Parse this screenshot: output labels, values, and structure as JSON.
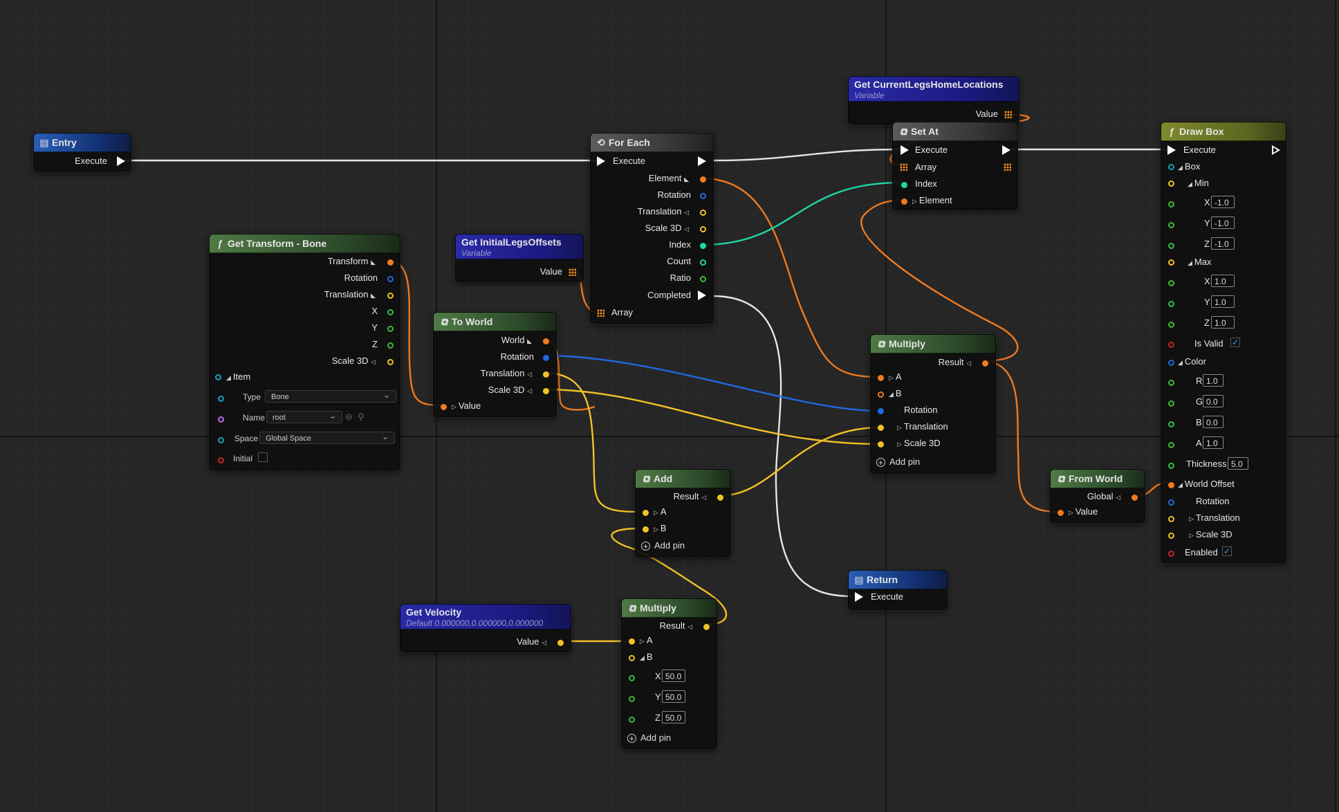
{
  "colors": {
    "exec": "#ffffff",
    "vector": "#f2c226",
    "struct": "#f07a20",
    "rotator": "#2268e0",
    "float": "#3dbb3d",
    "int": "#1fd6a8",
    "bool": "#c4242a",
    "object": "#18a0c0",
    "name": "#b46be0"
  },
  "nodes": {
    "entry": {
      "title": "Entry",
      "execute": "Execute"
    },
    "get_transform_bone": {
      "title": "Get Transform - Bone",
      "out": [
        "Transform",
        "Rotation",
        "Translation",
        "X",
        "Y",
        "Z",
        "Scale 3D"
      ],
      "item": "Item",
      "type_label": "Type",
      "type_value": "Bone",
      "name_label": "Name",
      "name_value": "root",
      "space_label": "Space",
      "space_value": "Global Space",
      "initial_label": "Initial"
    },
    "get_initial_legs_offsets": {
      "title": "Get InitialLegsOffsets",
      "sub": "Variable",
      "value": "Value"
    },
    "to_world": {
      "title": "To World",
      "out": [
        "World",
        "Rotation",
        "Translation",
        "Scale 3D"
      ],
      "in": "Value"
    },
    "for_each": {
      "title": "For Each",
      "execute": "Execute",
      "out": [
        "Element",
        "Rotation",
        "Translation",
        "Scale 3D",
        "Index",
        "Count",
        "Ratio",
        "Completed"
      ],
      "array": "Array"
    },
    "get_current_legs": {
      "title": "Get CurrentLegsHomeLocations",
      "sub": "Variable",
      "value": "Value"
    },
    "set_at": {
      "title": "Set At",
      "execute": "Execute",
      "array": "Array",
      "index": "Index",
      "element": "Element"
    },
    "draw_box": {
      "title": "Draw Box",
      "execute": "Execute",
      "box": "Box",
      "min": "Min",
      "max": "Max",
      "x": "X",
      "y": "Y",
      "z": "Z",
      "min_x": "-1.0",
      "min_y": "-1.0",
      "min_z": "-1.0",
      "max_x": "1.0",
      "max_y": "1.0",
      "max_z": "1.0",
      "is_valid": "Is Valid",
      "color": "Color",
      "r": "R",
      "g": "G",
      "b": "B",
      "a": "A",
      "r_val": "1.0",
      "g_val": "0.0",
      "b_val": "0.0",
      "a_val": "1.0",
      "thickness": "Thickness",
      "thickness_val": "5.0",
      "world_offset": "World Offset",
      "rotation": "Rotation",
      "translation": "Translation",
      "scale": "Scale 3D",
      "enabled": "Enabled"
    },
    "multiply_top": {
      "title": "Multiply",
      "result": "Result",
      "a": "A",
      "b": "B",
      "rotation": "Rotation",
      "translation": "Translation",
      "scale": "Scale 3D",
      "add_pin": "Add pin"
    },
    "add": {
      "title": "Add",
      "result": "Result",
      "a": "A",
      "b": "B",
      "add_pin": "Add pin"
    },
    "from_world": {
      "title": "From World",
      "global": "Global",
      "value": "Value"
    },
    "return": {
      "title": "Return",
      "execute": "Execute"
    },
    "get_velocity": {
      "title": "Get Velocity",
      "sub": "Default 0.000000,0.000000,0.000000",
      "value": "Value"
    },
    "multiply_bottom": {
      "title": "Multiply",
      "result": "Result",
      "a": "A",
      "b": "B",
      "x": "X",
      "y": "Y",
      "z": "Z",
      "x_val": "50.0",
      "y_val": "50.0",
      "z_val": "50.0",
      "add_pin": "Add pin"
    }
  }
}
